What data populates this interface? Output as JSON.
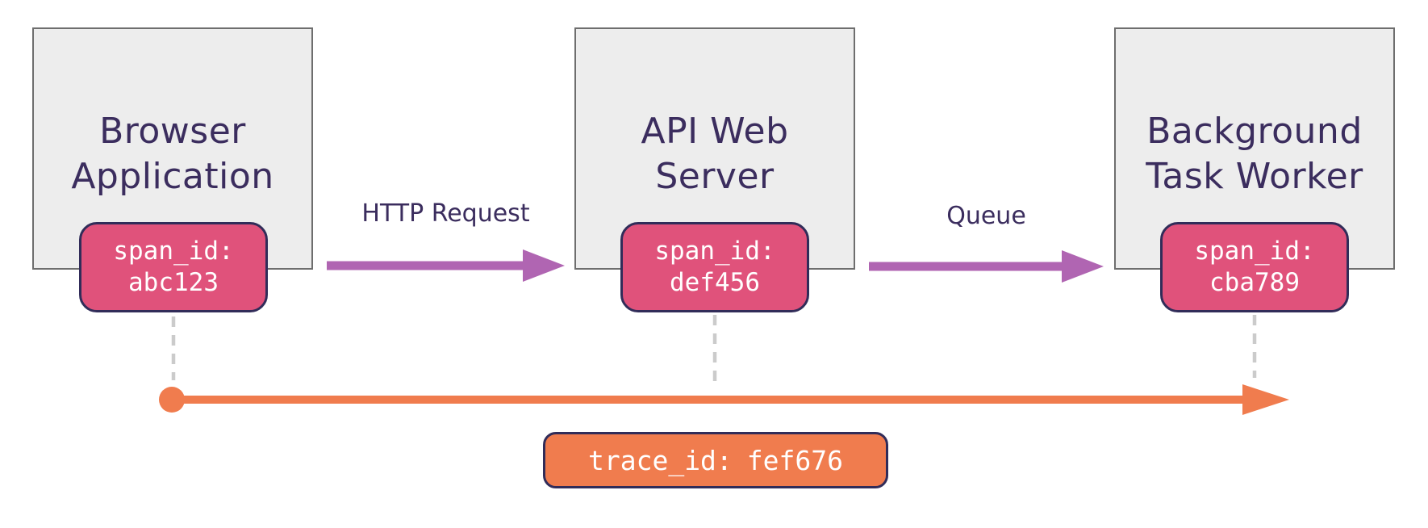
{
  "colors": {
    "background": "#ffffff",
    "box_fill": "#ededed",
    "box_border": "#6e6e6e",
    "title_text": "#3b2d5e",
    "span_badge_bg": "#e0527b",
    "badge_border": "#312c59",
    "badge_text": "#ffffff",
    "arrow_purple": "#b065b2",
    "timeline_orange": "#f07c4e",
    "dashed_gray": "#cbcbcb"
  },
  "nodes": [
    {
      "title_line1": "Browser",
      "title_line2": "Application",
      "span_label": "span_id:",
      "span_value": "abc123"
    },
    {
      "title_line1": "API Web",
      "title_line2": "Server",
      "span_label": "span_id:",
      "span_value": "def456"
    },
    {
      "title_line1": "Background",
      "title_line2": "Task Worker",
      "span_label": "span_id:",
      "span_value": "cba789"
    }
  ],
  "edges": [
    {
      "label": "HTTP Request"
    },
    {
      "label": "Queue"
    }
  ],
  "trace": {
    "label": "trace_id:",
    "value": "fef676"
  }
}
